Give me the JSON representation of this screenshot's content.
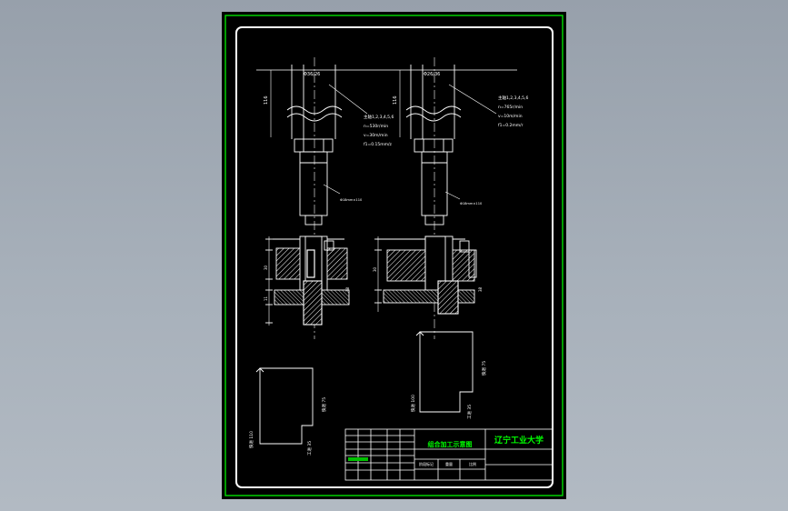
{
  "drawing": {
    "background_color": "#000000",
    "frame_color": "#ffffff",
    "outer_frame_color": "#00d000",
    "annotation_color": "#ffffff",
    "title_color": "#00ff00",
    "left_view": {
      "dim_top": "Φ36/26",
      "dim_side": "116",
      "note_lines": [
        "主轴1,2,3,4,5,6",
        "n=530r/min",
        "v=30m/min",
        "f1=0.15mm/z"
      ],
      "tool_label": "Φ18mm×110",
      "dim_base_1": "30",
      "dim_base_2": "11",
      "dim_base_3": "38"
    },
    "right_view": {
      "dim_top": "Φ26/36",
      "dim_side": "116",
      "note_lines": [
        "主轴1,2,3,4,5,6",
        "n=765r/min",
        "v=10m/min",
        "f1=0.2mm/r"
      ],
      "tool_label": "Φ18mm×110",
      "dim_base_1": "30",
      "dim_base_2": "38"
    },
    "left_diagram": {
      "label_a": "快进 110",
      "label_b": "快退 75",
      "label_c": "工进 35"
    },
    "right_diagram": {
      "label_a": "快进 100",
      "label_b": "快退 75",
      "label_c": "工进 35"
    },
    "title_block": {
      "drawing_name": "组合加工示意图",
      "school": "辽宁工业大学",
      "cell_labels": [
        "阶段标记",
        "重量",
        "比例"
      ]
    }
  }
}
